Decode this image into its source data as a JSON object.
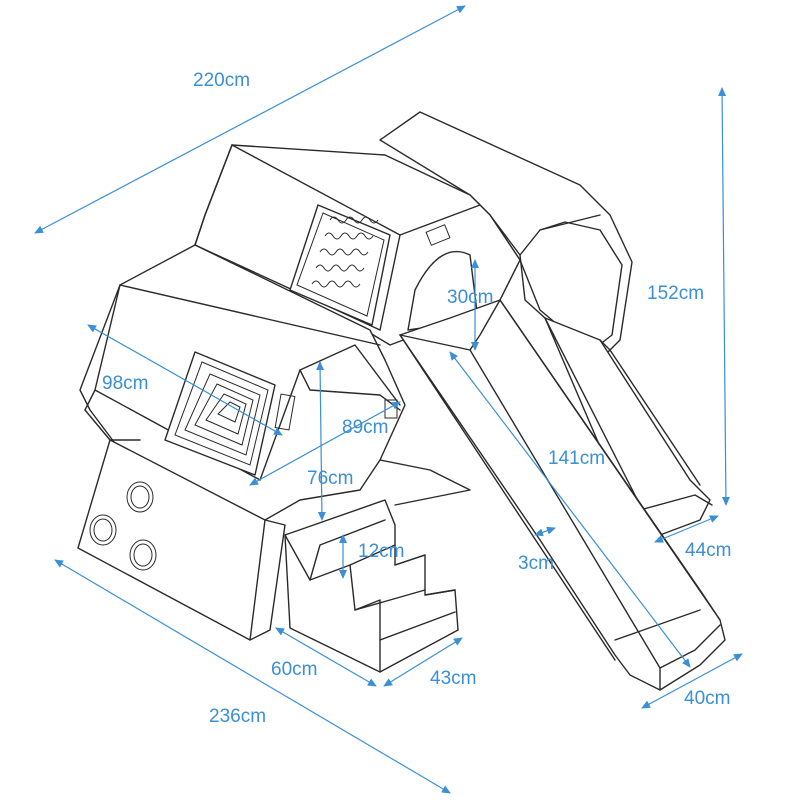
{
  "dimensions": {
    "overall_length": "220cm",
    "overall_height": "152cm",
    "tunnel_opening": "30cm",
    "left_depth": "98cm",
    "window_height": "89cm",
    "window_width": "76cm",
    "step_height": "12cm",
    "slide_length": "141cm",
    "slide_wall": "3cm",
    "back_slide_width": "44cm",
    "stairs_width": "60cm",
    "stairs_depth": "43cm",
    "slide_width": "40cm",
    "overall_width": "236cm"
  },
  "colors": {
    "dimension": "#3a8fd6",
    "line": "#2a2a2a",
    "background": "#ffffff"
  }
}
